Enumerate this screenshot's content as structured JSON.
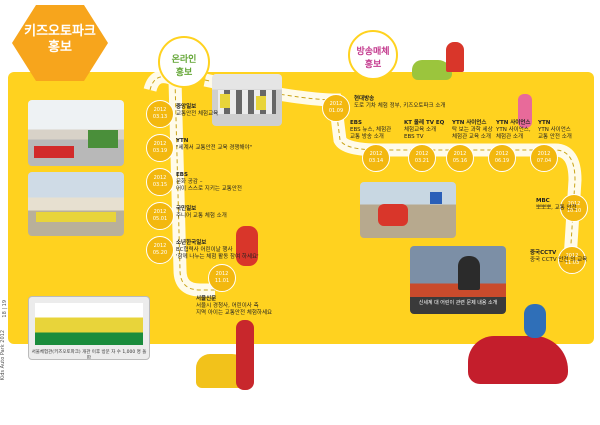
{
  "header": {
    "badge_line1": "키즈오토파크",
    "badge_line2": "홍보",
    "online_line1": "온라인",
    "online_line2": "홍보",
    "broadcast_line1": "방송매체",
    "broadcast_line2": "홍보"
  },
  "left_timeline": [
    {
      "date_y": "2012",
      "date_md": "03.13",
      "title": "중앙일보",
      "desc": "교통안전 체험교육"
    },
    {
      "date_y": "2012",
      "date_md": "03.19",
      "title": "YTN",
      "desc": "\"세계서 교통안전 교육 경쟁해야\""
    },
    {
      "date_y": "2012",
      "date_md": "03.15",
      "title": "EBS",
      "desc": "문화 공감 –\n어이 스스로 지키는 교통안전"
    },
    {
      "date_y": "2012",
      "date_md": "05.01",
      "title": "국민일보",
      "desc": "주니어 교통 체험 소개"
    },
    {
      "date_y": "2012",
      "date_md": "05.20",
      "title": "소년한국일보",
      "desc": "BC협력사 어린이날 행사\n'함께 나누는 체험 활동 참여 하세요'"
    },
    {
      "date_y": "2012",
      "date_md": "11.01",
      "title": "서울신문",
      "desc": "서울시 경청사, 어린이사 측\n지역 아이는 교통안전 체험하세요"
    }
  ],
  "right_timeline": [
    {
      "date_y": "2012",
      "date_md": "01.09",
      "title": "현대방송",
      "desc": "도로 기차 체험 정부, 키즈오토파크 소개"
    },
    {
      "date_y": "2012",
      "date_md": "03.14",
      "title": "EBS",
      "desc": "EBS 뉴스, 체험관\n교통 방송 소개"
    },
    {
      "date_y": "2012",
      "date_md": "03.21",
      "title": "KT 올레 TV EQ",
      "desc": "체험교육 소개\nEBS TV"
    },
    {
      "date_y": "2012",
      "date_md": "05.16",
      "title": "YTN 사이언스",
      "desc": "탁 보는 과학 세상\n체험관 교육 소개"
    },
    {
      "date_y": "2012",
      "date_md": "06.19",
      "title": "YTN 사이언스",
      "desc": "YTN 사이언스,\n체험관 소개"
    },
    {
      "date_y": "2012",
      "date_md": "07.04",
      "title": "YTN",
      "desc": "YTN 사이언스\n교통 안전 소개"
    },
    {
      "date_y": "2012",
      "date_md": "10.10",
      "title": "MBC",
      "desc": "뽀뽀뽀, 교통 안전"
    },
    {
      "date_y": "2012",
      "date_md": "11.03",
      "title": "중국CCTV",
      "desc": "중국 CCTV 안전 의 교육"
    }
  ],
  "tv_caption": "신세계 대 어린이 관련 문제 내용 소개",
  "photo_caption": "서울체험관(키즈오토파크) 개관 이후 방문 자 수 1,000 명 돌파",
  "side_text": "Kids Auto Park 2012",
  "page_number": "18 | 19",
  "colors": {
    "board": "#ffd21f",
    "badge": "#f7a51c",
    "milestone": "#f3b80f"
  }
}
